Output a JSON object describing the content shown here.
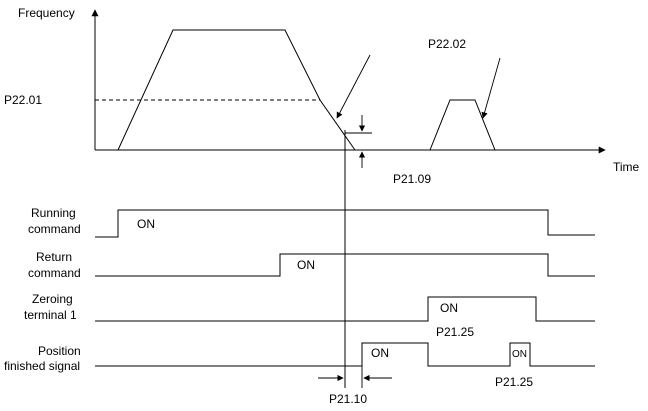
{
  "axes": {
    "y_label": "Frequency",
    "x_label": "Time"
  },
  "params": {
    "p22_01": "P22.01",
    "p22_02": "P22.02",
    "p21_09": "P21.09",
    "p21_10": "P21.10",
    "p21_25_a": "P21.25",
    "p21_25_b": "P21.25"
  },
  "signals": [
    {
      "label_line1": "Running",
      "label_line2": "command",
      "on_label": "ON"
    },
    {
      "label_line1": "Return",
      "label_line2": "command",
      "on_label": "ON"
    },
    {
      "label_line1": "Zeroing",
      "label_line2": "terminal 1",
      "on_label": "ON"
    },
    {
      "label_line1": "Position",
      "label_line2": "finished signal",
      "on_label": "ON",
      "on_label_2": "ON"
    }
  ]
}
